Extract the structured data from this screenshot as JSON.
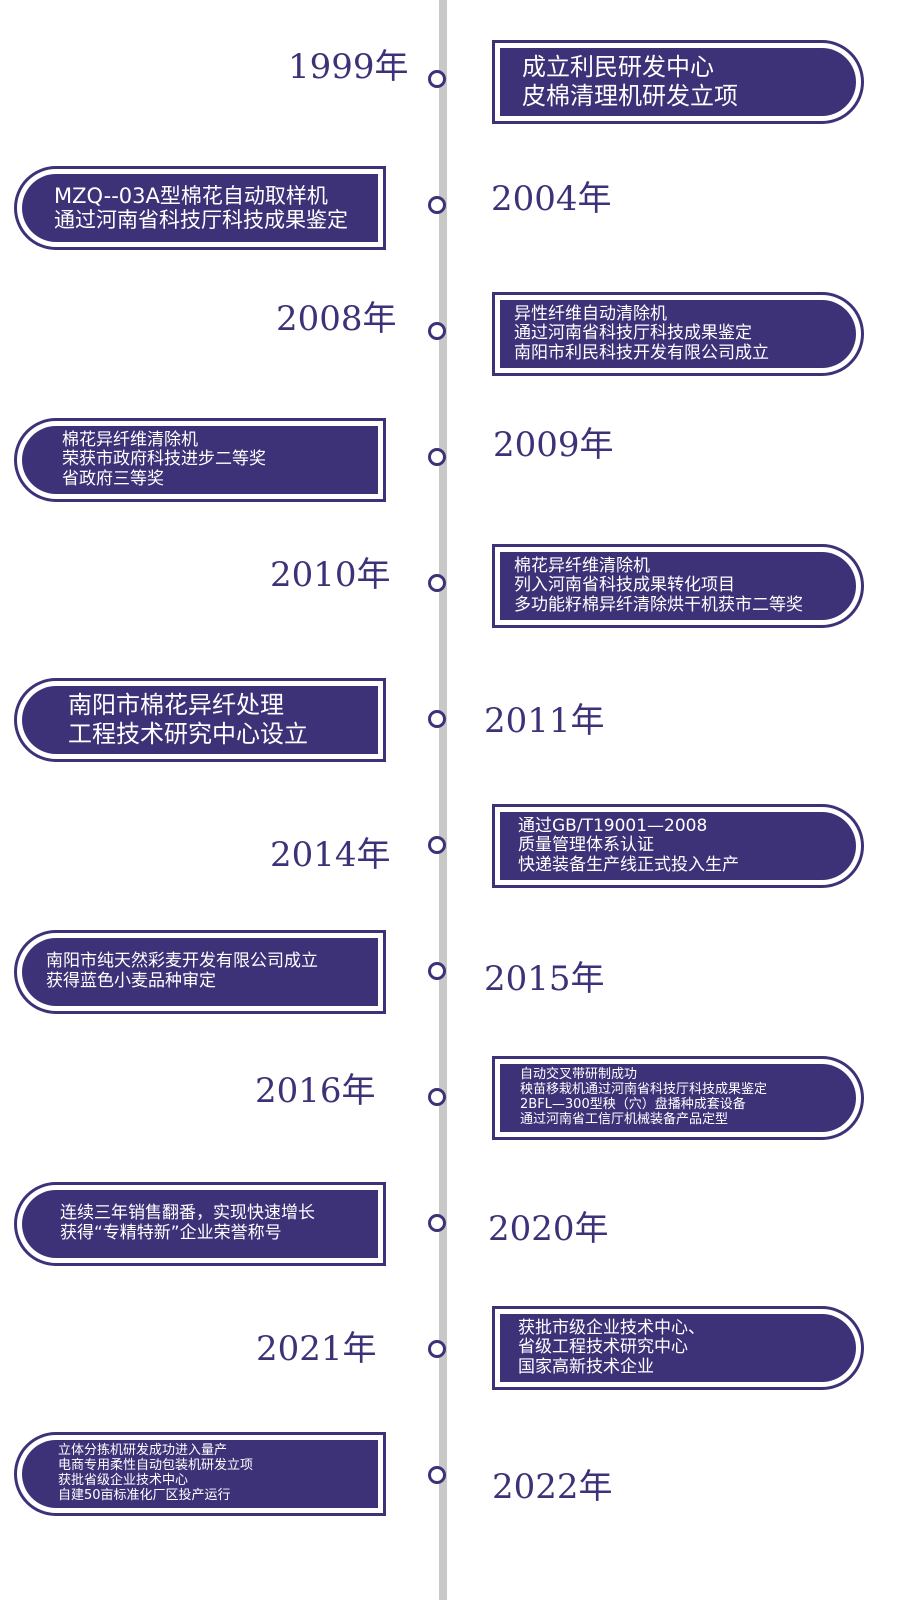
{
  "colors": {
    "accent": "#3d3278",
    "axis": "#c8c8c8",
    "background": "#ffffff"
  },
  "events": [
    {
      "year": "1999年",
      "lines": [
        "成立利民研发中心",
        "皮棉清理机研发立项"
      ]
    },
    {
      "year": "2004年",
      "lines": [
        "MZQ--03A型棉花自动取样机",
        "通过河南省科技厅科技成果鉴定"
      ]
    },
    {
      "year": "2008年",
      "lines": [
        "异性纤维自动清除机",
        "通过河南省科技厅科技成果鉴定",
        "南阳市利民科技开发有限公司成立"
      ]
    },
    {
      "year": "2009年",
      "lines": [
        "棉花异纤维清除机",
        "荣获市政府科技进步二等奖",
        "省政府三等奖"
      ]
    },
    {
      "year": "2010年",
      "lines": [
        "棉花异纤维清除机",
        "列入河南省科技成果转化项目",
        "多功能籽棉异纤清除烘干机获市二等奖"
      ]
    },
    {
      "year": "2011年",
      "lines": [
        "南阳市棉花异纤处理",
        "工程技术研究中心设立"
      ]
    },
    {
      "year": "2014年",
      "lines": [
        "通过GB/T19001—2008",
        "质量管理体系认证",
        "快递装备生产线正式投入生产"
      ]
    },
    {
      "year": "2015年",
      "lines": [
        "南阳市纯天然彩麦开发有限公司成立",
        "获得蓝色小麦品种审定"
      ]
    },
    {
      "year": "2016年",
      "lines": [
        "自动交叉带研制成功",
        "秧苗移栽机通过河南省科技厅科技成果鉴定",
        "2BFL—300型秧（穴）盘播种成套设备",
        "通过河南省工信厅机械装备产品定型"
      ]
    },
    {
      "year": "2020年",
      "lines": [
        "连续三年销售翻番，实现快速增长",
        "获得“专精特新”企业荣誉称号"
      ]
    },
    {
      "year": "2021年",
      "lines": [
        "获批市级企业技术中心、",
        "省级工程技术研究中心",
        "国家高新技术企业"
      ]
    },
    {
      "year": "2022年",
      "lines": [
        "立体分拣机研发成功进入量产",
        "电商专用柔性自动包装机研发立项",
        "获批省级企业技术中心",
        "自建50亩标准化厂区投产运行"
      ]
    }
  ]
}
